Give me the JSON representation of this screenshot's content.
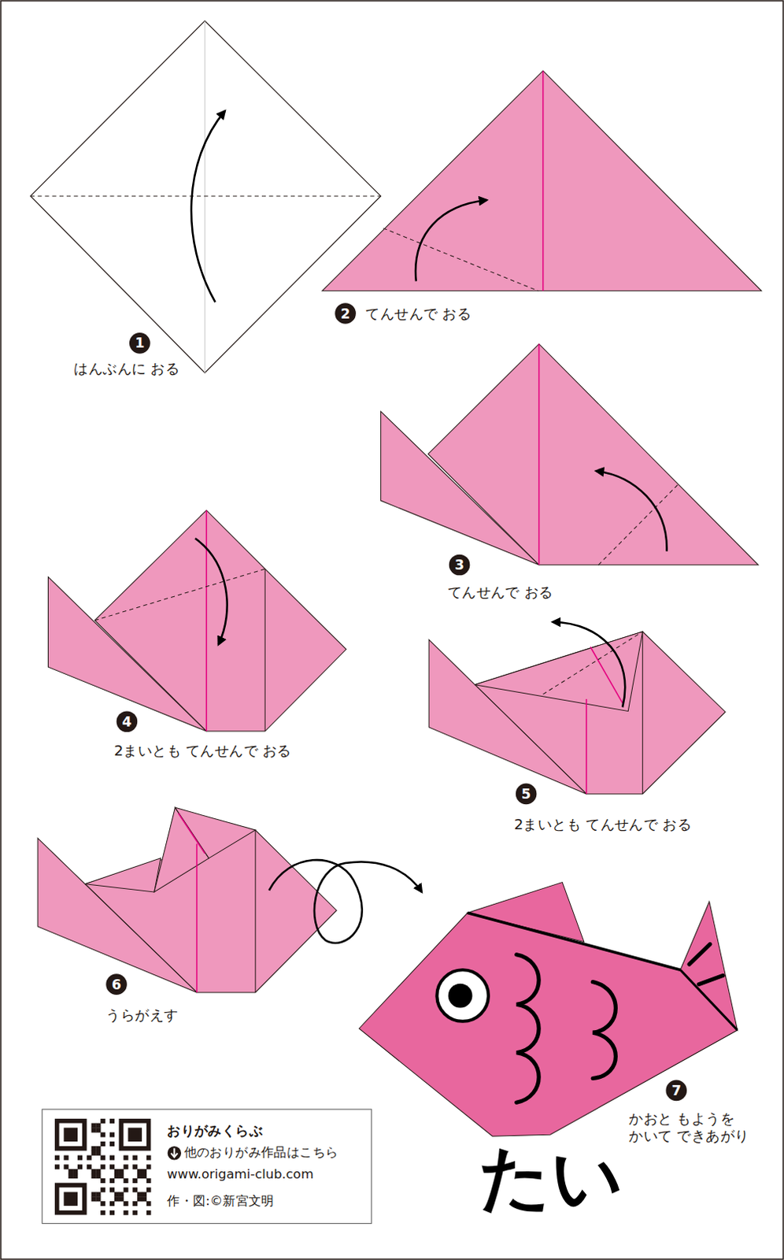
{
  "diagram": {
    "title": "たい",
    "nodes": [
      {
        "text": [
          "1"
        ]
      },
      {
        "text": [
          "2"
        ]
      },
      {
        "text": [
          "3"
        ]
      },
      {
        "text": [
          "4"
        ]
      },
      {
        "text": [
          "5"
        ]
      },
      {
        "text": [
          "6"
        ]
      },
      {
        "text": [
          "7"
        ]
      },
      {
        "text": [
          "おりがみくらぶ",
          "他のおりがみ作品はこちら",
          "www.origami-club.com",
          "作・図:©新宮文明"
        ]
      }
    ],
    "labels": [
      "はんぶんに おる",
      "てんせんで おる",
      "てんせんで おる",
      "2まいとも てんせんで おる",
      "2まいとも てんせんで おる",
      "うらがえす",
      "かおと もようを かいて できあがり"
    ]
  }
}
